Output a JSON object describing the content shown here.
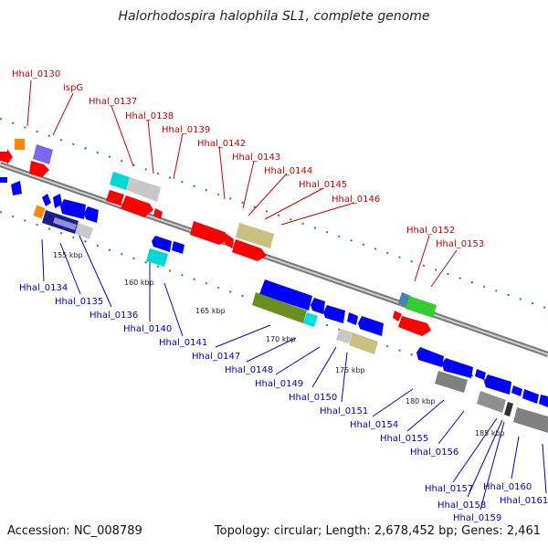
{
  "title": "Halorhodospira halophila SL1, complete genome",
  "accession": "Accession: NC_008789",
  "topology": "Topology: circular; Length: 2,678,452 bp; Genes: 2,461",
  "colors": {
    "forward_label": "#cc0000",
    "reverse_label": "#0000cc",
    "backbone": "#9a9a9a",
    "tick_mark": "#2e8b2e",
    "gene_red": "#ff0000",
    "gene_blue": "#0000ff",
    "gene_orange": "#ff8800",
    "gene_purple": "#7b68ee",
    "gene_cyan": "#00e0e0",
    "gene_gray": "#c8c8c8",
    "gene_dark_gray": "#808080",
    "gene_olive": "#c8c080",
    "gene_green": "#33cc33",
    "gene_dark_green": "#6b8e23"
  },
  "forward_labels": [
    "Hhal_0130",
    "ispG",
    "Hhal_0137",
    "Hhal_0138",
    "Hhal_0139",
    "Hhal_0142",
    "Hhal_0143",
    "Hhal_0144",
    "Hhal_0145",
    "Hhal_0146",
    "Hhal_0152",
    "Hhal_0153"
  ],
  "reverse_labels": [
    "Hhal_0134",
    "Hhal_0135",
    "Hhal_0136",
    "Hhal_0140",
    "Hhal_0141",
    "Hhal_0147",
    "Hhal_0148",
    "Hhal_0149",
    "Hhal_0150",
    "Hhal_0151",
    "Hhal_0154",
    "Hhal_0155",
    "Hhal_0156",
    "Hhal_0157",
    "Hhal_0158",
    "Hhal_0159",
    "Hhal_0160",
    "Hhal_0161"
  ],
  "ticks": [
    "155 kbp",
    "160 kbp",
    "165 kbp",
    "170 kbp",
    "175 kbp",
    "180 kbp",
    "185 kbp"
  ]
}
